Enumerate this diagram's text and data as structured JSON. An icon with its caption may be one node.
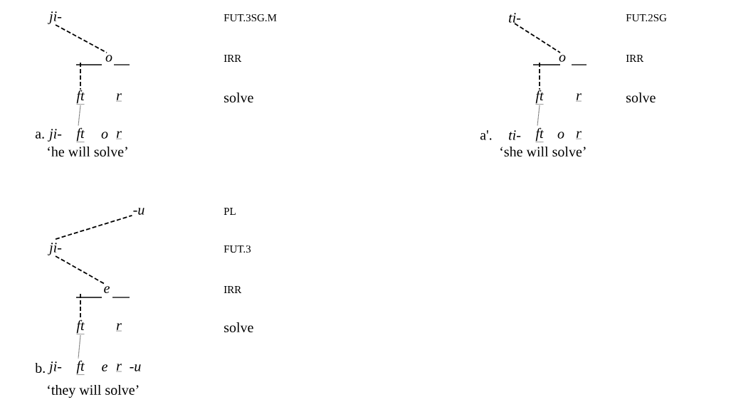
{
  "diagram": {
    "nodes": [
      {
        "text": [
          "ji-"
        ]
      },
      {
        "text": [
          "ti-"
        ]
      },
      {
        "text": [
          "o"
        ]
      },
      {
        "text": [
          "o"
        ]
      },
      {
        "text": [
          "ft"
        ]
      },
      {
        "text": [
          "ft"
        ]
      },
      {
        "text": [
          "ft"
        ]
      },
      {
        "text": [
          "ft"
        ]
      },
      {
        "text": [
          "-u"
        ]
      },
      {
        "text": [
          "ji-"
        ]
      },
      {
        "text": [
          "e"
        ]
      },
      {
        "text": [
          "ft"
        ]
      },
      {
        "text": [
          "ft"
        ]
      }
    ],
    "edges": [
      {
        "from": 0,
        "to": 2,
        "arrow": "none",
        "style": "dashed"
      },
      {
        "from": 2,
        "to": 4,
        "arrow": "none",
        "style": "dashed"
      },
      {
        "from": 4,
        "to": 6,
        "arrow": "none"
      },
      {
        "from": 1,
        "to": 3,
        "arrow": "none",
        "style": "dashed"
      },
      {
        "from": 3,
        "to": 5,
        "arrow": "none",
        "style": "dashed"
      },
      {
        "from": 5,
        "to": 7,
        "arrow": "none"
      },
      {
        "from": 9,
        "to": 8,
        "arrow": "none",
        "style": "dashed"
      },
      {
        "from": 9,
        "to": 10,
        "arrow": "none",
        "style": "dashed"
      },
      {
        "from": 10,
        "to": 11,
        "arrow": "none",
        "style": "dashed"
      },
      {
        "from": 11,
        "to": 12,
        "arrow": "none"
      }
    ],
    "labels": [
      "FUT.3SG.M",
      "FUT.2SG",
      "IRR",
      "IRR",
      "r",
      "solve",
      "r",
      "solve",
      "a.",
      "ji-",
      "o",
      "r",
      "a'.",
      "ti-",
      "o",
      "r",
      "‘he will solve’",
      "‘she will solve’",
      "PL",
      "FUT.3",
      "IRR",
      "r",
      "solve",
      "b.",
      "ji-",
      "e",
      "r",
      "-u",
      "‘they will solve’"
    ]
  }
}
